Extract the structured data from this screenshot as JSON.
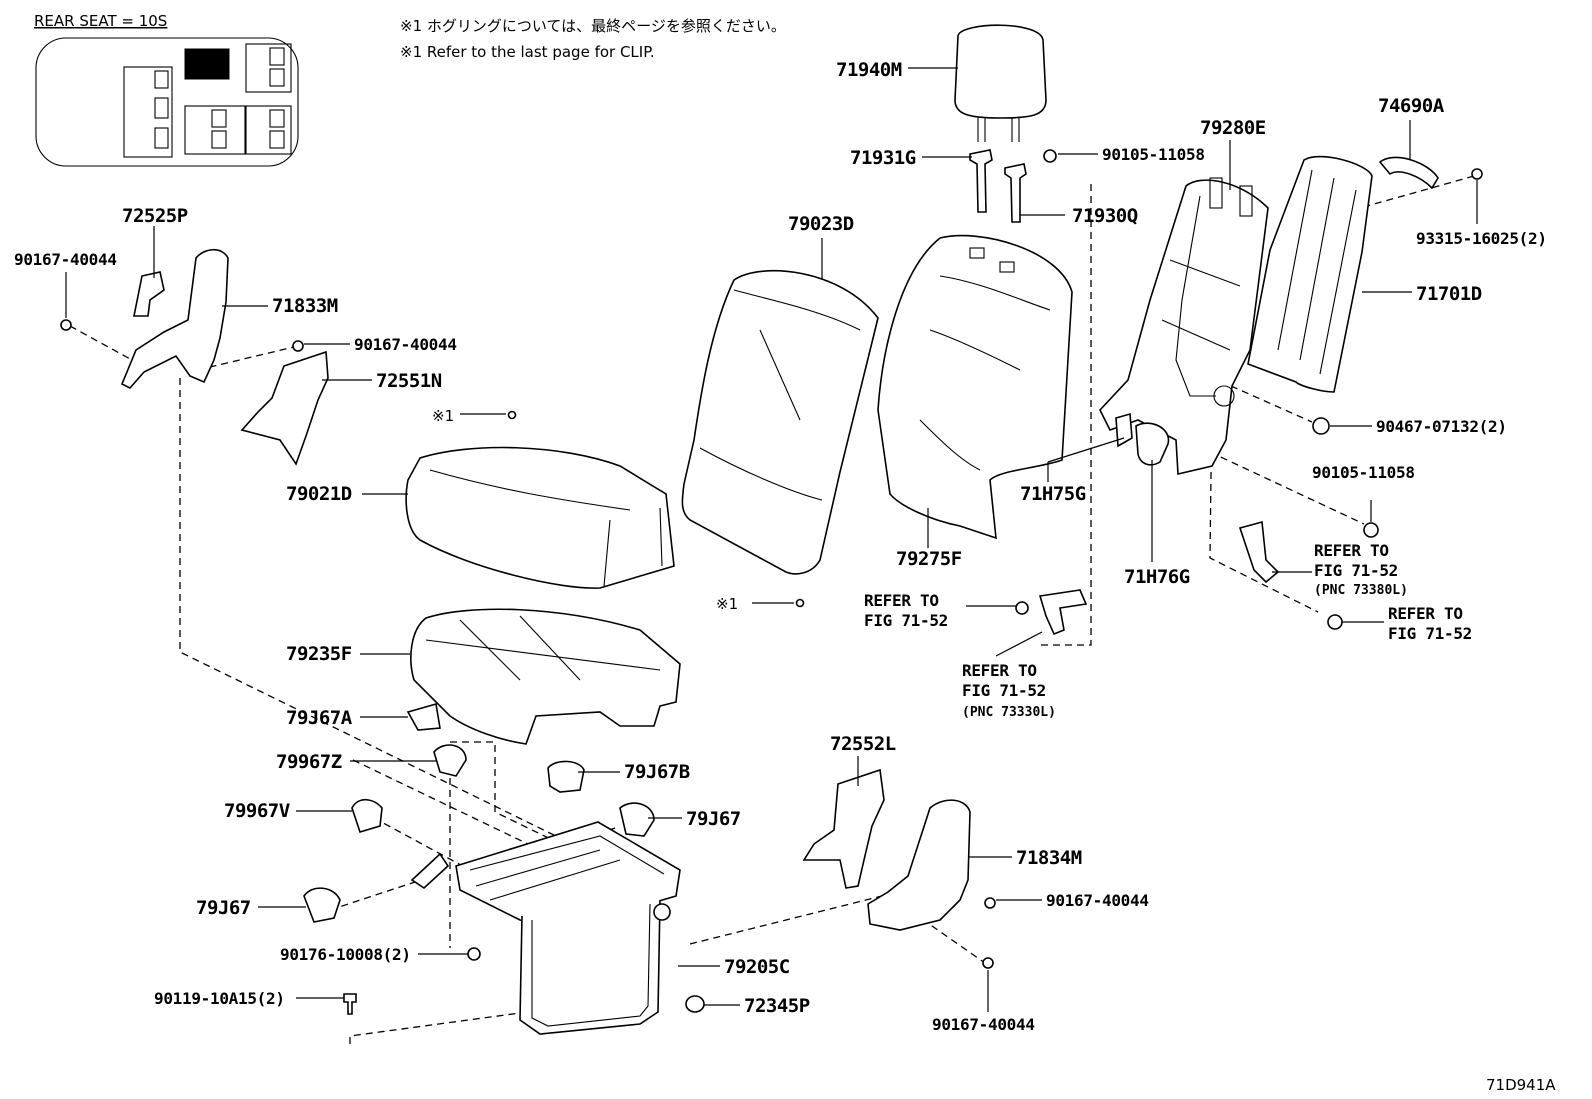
{
  "inset": {
    "title": "REAR SEAT = 10S"
  },
  "notes": {
    "jp": "※1 ホグリングについては、最終ページを参照ください。",
    "en": "※1 Refer to the last page for CLIP.",
    "mark_1": "※1",
    "mark_2": "※1"
  },
  "labels": {
    "p71940M": "71940M",
    "p71931G": "71931G",
    "p71930Q": "71930Q",
    "p90105_11058_top": "90105-11058",
    "p79280E": "79280E",
    "p74690A": "74690A",
    "p93315": "93315-16025(2)",
    "p71701D": "71701D",
    "p90467": "90467-07132(2)",
    "p90105_11058_r": "90105-11058",
    "p71H75G": "71H75G",
    "p71H76G": "71H76G",
    "p79023D": "79023D",
    "p79275F": "79275F",
    "p72525P": "72525P",
    "p90167_tl": "90167-40044",
    "p71833M": "71833M",
    "p90167_m": "90167-40044",
    "p72551N": "72551N",
    "p79021D": "79021D",
    "p79235F": "79235F",
    "p79J67A": "79J67A",
    "p79967Z": "79967Z",
    "p79J67B": "79J67B",
    "p79967V": "79967V",
    "p79J67_r": "79J67",
    "p79J67_l": "79J67",
    "p90176": "90176-10008(2)",
    "p90119": "90119-10A15(2)",
    "p79205C": "79205C",
    "p72345P": "72345P",
    "p72552L": "72552L",
    "p71834M": "71834M",
    "p90167_br1": "90167-40044",
    "p90167_br2": "90167-40044",
    "figure_code": "71D941A"
  },
  "refs": {
    "a1": "REFER TO",
    "a2": "FIG 71-52",
    "b1": "REFER TO",
    "b2": "FIG 71-52",
    "b3": "(PNC 73330L)",
    "c1": "REFER TO",
    "c2": "FIG 71-52",
    "c3": "(PNC 73380L)",
    "d1": "REFER TO",
    "d2": "FIG 71-52"
  }
}
